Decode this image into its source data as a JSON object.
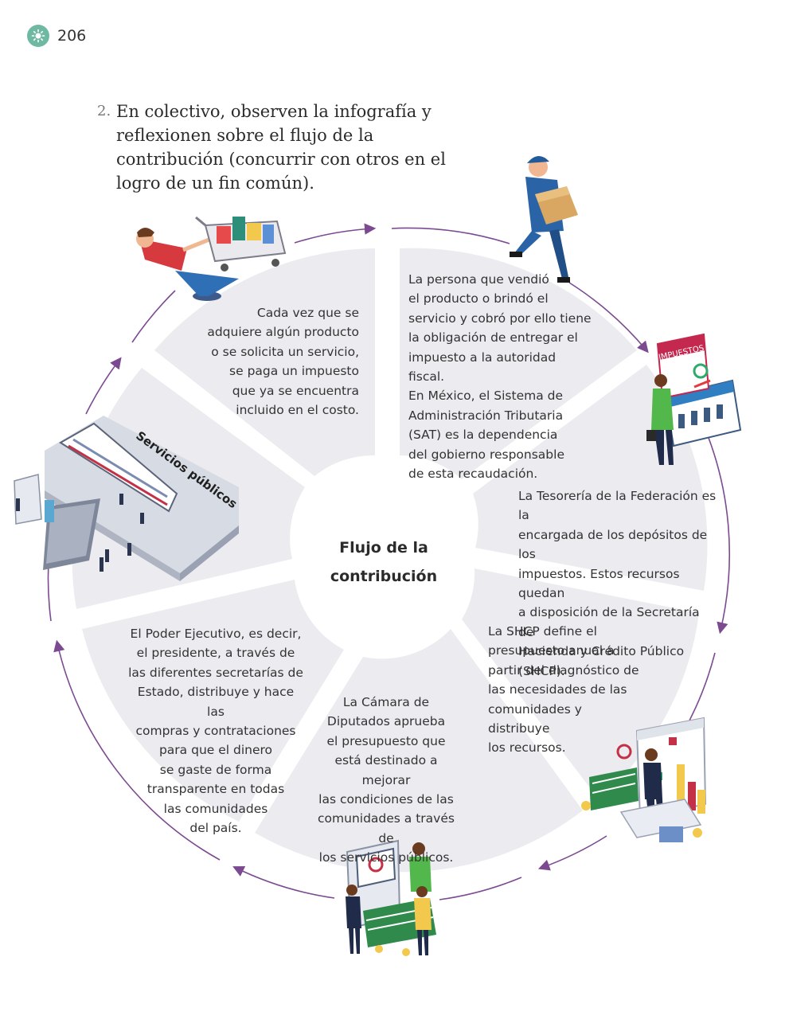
{
  "page": {
    "number": "206"
  },
  "instruction": {
    "number": "2.",
    "text": "En colectivo, observen la infografía y reflexionen sobre el flujo de la contribución (concurrir con otros en el logro de un fin común)."
  },
  "diagram": {
    "center_title": "Flujo de la\ncontribución",
    "services_label": "Servicios públicos",
    "segments": [
      {
        "id": "purchase",
        "text": "Cada vez que se\nadquiere algún producto\no se solicita un servicio,\nse paga un impuesto\nque ya se encuentra\nincluido en el costo."
      },
      {
        "id": "seller",
        "text": "La persona que vendió\nel producto o brindó el\nservicio y cobró por ello tiene\nla obligación de entregar el\nimpuesto a la autoridad fiscal.\nEn México, el Sistema de\nAdministración Tributaria\n(SAT) es la dependencia\ndel gobierno responsable\nde esta recaudación."
      },
      {
        "id": "tesoreria",
        "text": "La Tesorería de la Federación es la\nencargada de los depósitos de los\nimpuestos. Estos recursos quedan\na disposición de la Secretaría de\nHacienda y Crédito Público (SHCP)."
      },
      {
        "id": "shcp",
        "text": "La SHCP define el\npresupuesto anual a\npartir del diagnóstico de\nlas necesidades de las\ncomunidades y distribuye\nlos recursos."
      },
      {
        "id": "camara",
        "text": "La Cámara de\nDiputados aprueba\nel presupuesto que\nestá destinado a mejorar\nlas condiciones de las\ncomunidades a través de\nlos servicios públicos."
      },
      {
        "id": "ejecutivo",
        "text": "El Poder Ejecutivo, es decir,\nel presidente, a través de\nlas diferentes secretarías de\nEstado, distribuye y hace las\ncompras y contrataciones\npara que el dinero\nse gaste de forma\ntransparente en todas\nlas comunidades\ndel país."
      }
    ],
    "illustrations": {
      "tax_sign": "IMPUESTOS"
    },
    "colors": {
      "wedge": "#ecebef",
      "arrow": "#7b4a91",
      "page_icon": "#6fb8a2"
    }
  }
}
